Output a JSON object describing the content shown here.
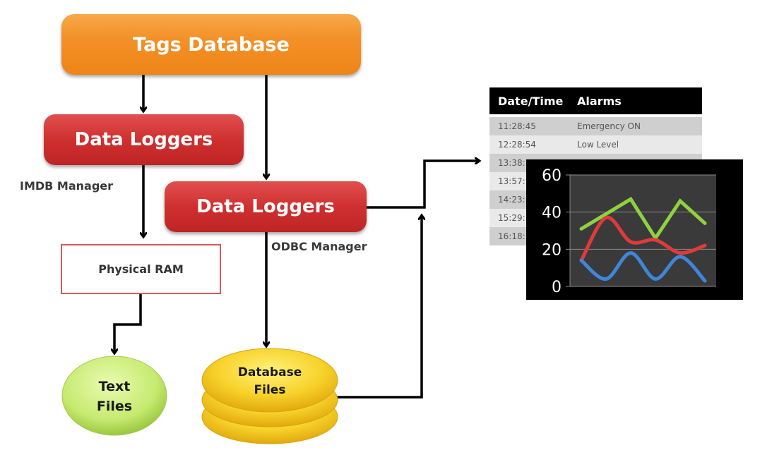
{
  "diagram": {
    "tags_database": "Tags Database",
    "data_logger_imdb": "Data Loggers",
    "data_logger_odbc": "Data Loggers",
    "imdb_manager_label": "IMDB Manager",
    "odbc_manager_label": "ODBC Manager",
    "physical_ram": "Physical RAM",
    "text_files_line1": "Text",
    "text_files_line2": "Files",
    "database_files_line1": "Database",
    "database_files_line2": "Files"
  },
  "alarms_table": {
    "headers": [
      "Date/Time",
      "Alarms"
    ],
    "rows": [
      {
        "time": "11:28:45",
        "alarm": "Emergency ON"
      },
      {
        "time": "12:28:54",
        "alarm": "Low Level"
      },
      {
        "time": "13:38:",
        "alarm": ""
      },
      {
        "time": "13:57:",
        "alarm": ""
      },
      {
        "time": "14:23:",
        "alarm": ""
      },
      {
        "time": "15:29:",
        "alarm": ""
      },
      {
        "time": "16:18:",
        "alarm": ""
      }
    ]
  },
  "colors": {
    "tags_orange": "#f39128",
    "logger_red": "#cf3030",
    "ram_border": "#d9595d",
    "text_files_green": "#c8ec7a",
    "database_yellow": "#f5cc1c"
  },
  "chart_data": {
    "type": "line",
    "title": "",
    "xlabel": "",
    "ylabel": "",
    "ylim": [
      0,
      60
    ],
    "yticks": [
      "0",
      "20",
      "40",
      "60"
    ],
    "grid": true,
    "x": [
      1,
      2,
      3,
      4,
      5,
      6
    ],
    "series": [
      {
        "name": "green",
        "color": "#8fd13f",
        "values": [
          31,
          39,
          47,
          26,
          46,
          34
        ]
      },
      {
        "name": "red",
        "color": "#e03a3a",
        "values": [
          14,
          37,
          24,
          25,
          18,
          22
        ]
      },
      {
        "name": "blue",
        "color": "#3f86d9",
        "values": [
          14,
          4,
          18,
          4,
          16,
          3
        ]
      }
    ]
  }
}
